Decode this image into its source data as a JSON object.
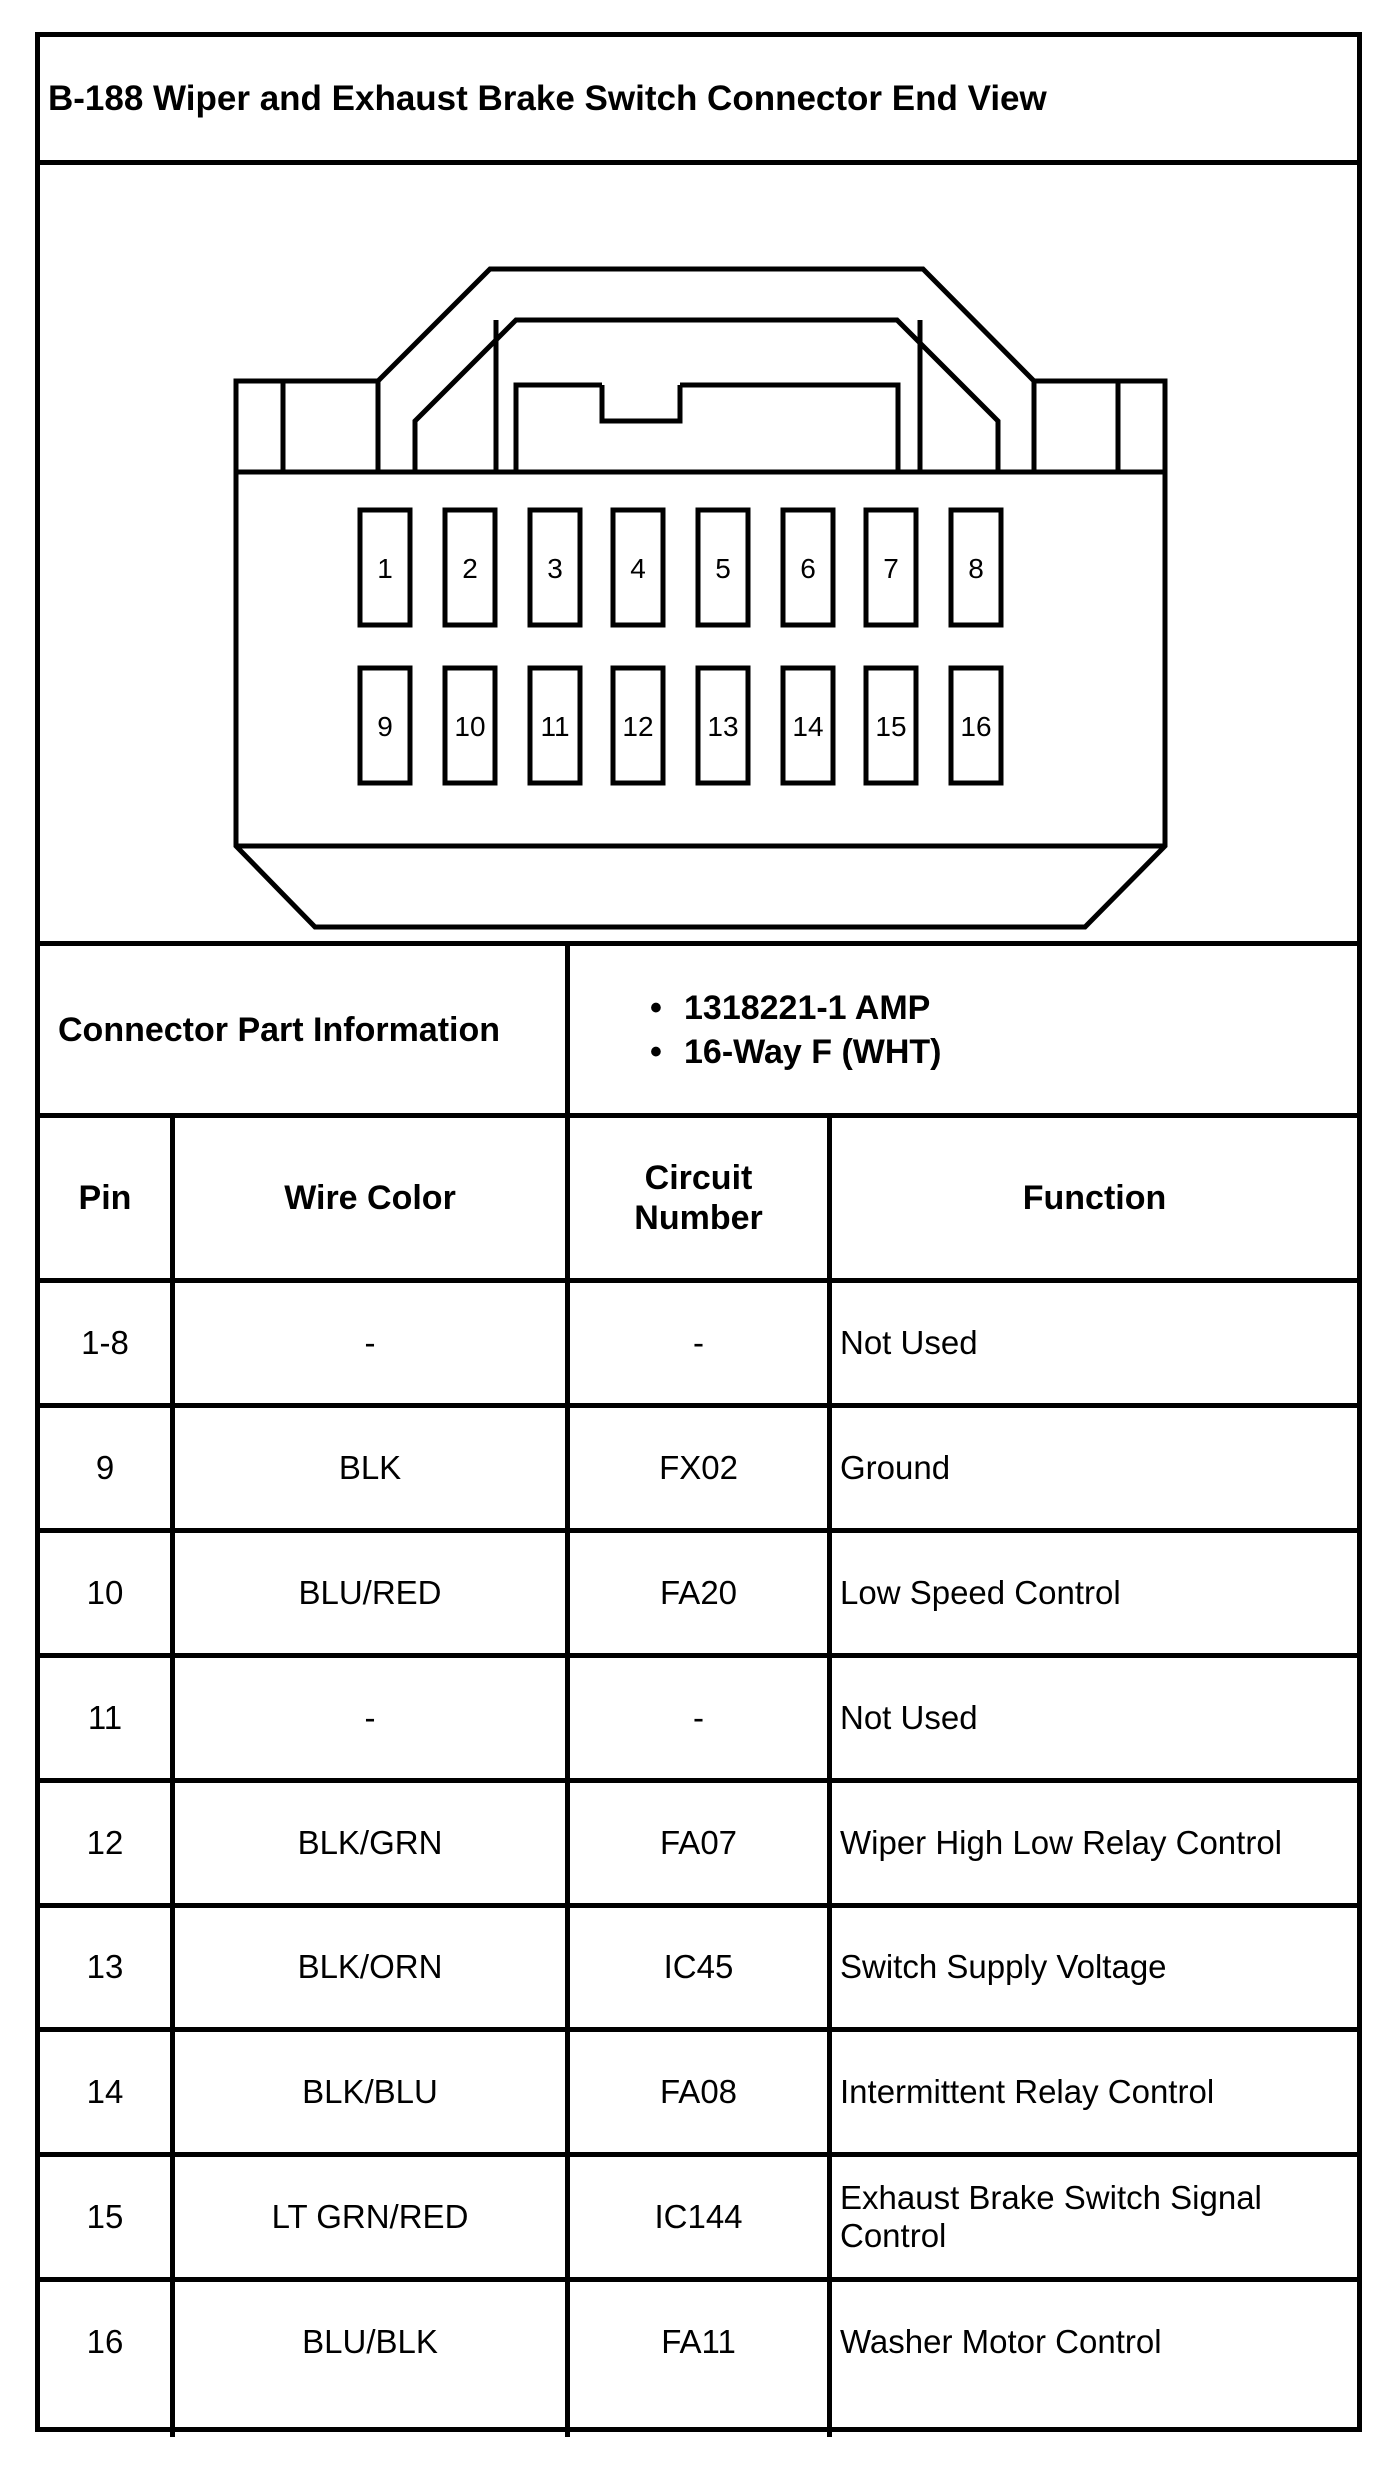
{
  "title": "B-188 Wiper and Exhaust Brake Switch Connector End View",
  "connector_diagram": {
    "top_row_pins": [
      "1",
      "2",
      "3",
      "4",
      "5",
      "6",
      "7",
      "8"
    ],
    "bottom_row_pins": [
      "9",
      "10",
      "11",
      "12",
      "13",
      "14",
      "15",
      "16"
    ]
  },
  "part_info": {
    "label": "Connector Part Information",
    "items": [
      "1318221-1 AMP",
      "16-Way F (WHT)"
    ]
  },
  "table": {
    "headers": {
      "pin": "Pin",
      "wire_color": "Wire Color",
      "circuit_number": "Circuit Number",
      "function": "Function"
    },
    "rows": [
      {
        "pin": "1-8",
        "wire_color": "-",
        "circuit": "-",
        "function": "Not Used"
      },
      {
        "pin": "9",
        "wire_color": "BLK",
        "circuit": "FX02",
        "function": "Ground"
      },
      {
        "pin": "10",
        "wire_color": "BLU/RED",
        "circuit": "FA20",
        "function": "Low Speed Control"
      },
      {
        "pin": "11",
        "wire_color": "-",
        "circuit": "-",
        "function": "Not Used"
      },
      {
        "pin": "12",
        "wire_color": "BLK/GRN",
        "circuit": "FA07",
        "function": "Wiper High Low Relay Control"
      },
      {
        "pin": "13",
        "wire_color": "BLK/ORN",
        "circuit": "IC45",
        "function": "Switch Supply Voltage"
      },
      {
        "pin": "14",
        "wire_color": "BLK/BLU",
        "circuit": "FA08",
        "function": "Intermittent Relay Control"
      },
      {
        "pin": "15",
        "wire_color": "LT GRN/RED",
        "circuit": "IC144",
        "function": "Exhaust Brake Switch Signal Control"
      },
      {
        "pin": "16",
        "wire_color": "BLU/BLK",
        "circuit": "FA11",
        "function": "Washer Motor Control"
      }
    ]
  }
}
